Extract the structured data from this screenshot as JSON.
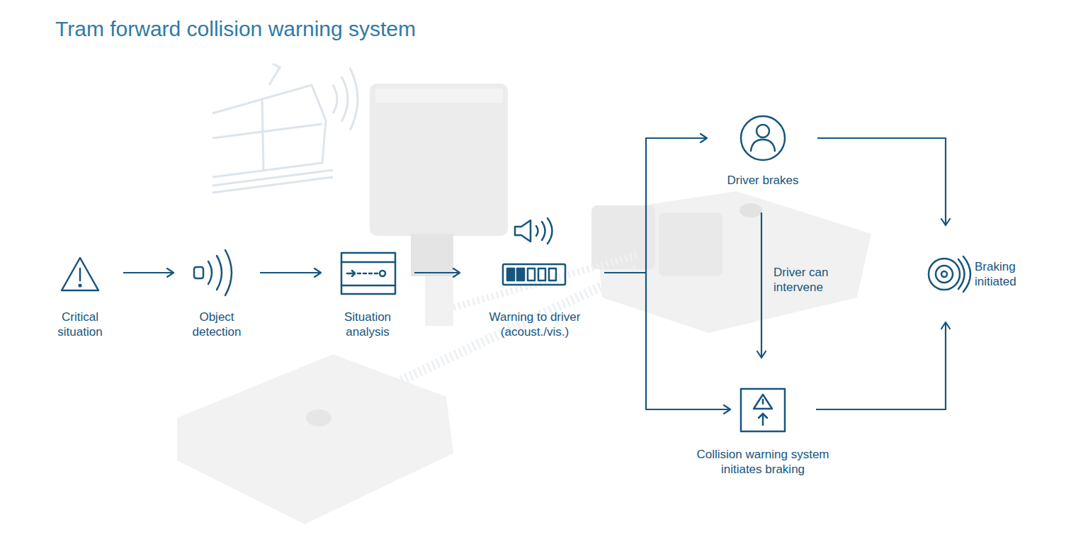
{
  "diagram": {
    "title": "Tram forward collision warning system",
    "nodes": [
      {
        "text": [
          "Critical situation"
        ]
      },
      {
        "text": [
          "Object detection"
        ]
      },
      {
        "text": [
          "Situation analysis"
        ]
      },
      {
        "text": [
          "Warning to driver (acoust./vis.)"
        ]
      },
      {
        "text": [
          "Driver brakes"
        ]
      },
      {
        "text": [
          "Collision warning system initiates braking"
        ]
      },
      {
        "text": [
          "Braking initiated"
        ]
      }
    ],
    "edges": [
      {
        "from": 0,
        "to": 1,
        "arrow": "to"
      },
      {
        "from": 1,
        "to": 2,
        "arrow": "to"
      },
      {
        "from": 2,
        "to": 3,
        "arrow": "to"
      },
      {
        "from": 3,
        "to": 4,
        "arrow": "to"
      },
      {
        "from": 3,
        "to": 5,
        "arrow": "to"
      },
      {
        "from": 4,
        "to": 5,
        "label": "Driver can intervene",
        "arrow": "to"
      },
      {
        "from": 4,
        "to": 6,
        "arrow": "to"
      },
      {
        "from": 5,
        "to": 6,
        "arrow": "to"
      }
    ]
  }
}
